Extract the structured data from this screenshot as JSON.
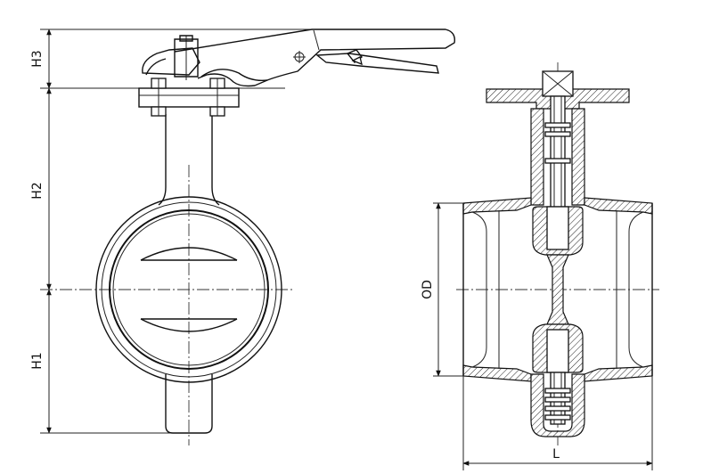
{
  "drawing": {
    "dimension_labels": {
      "h3": "H3",
      "h2": "H2",
      "h1": "H1",
      "od": "OD",
      "l": "L"
    }
  }
}
